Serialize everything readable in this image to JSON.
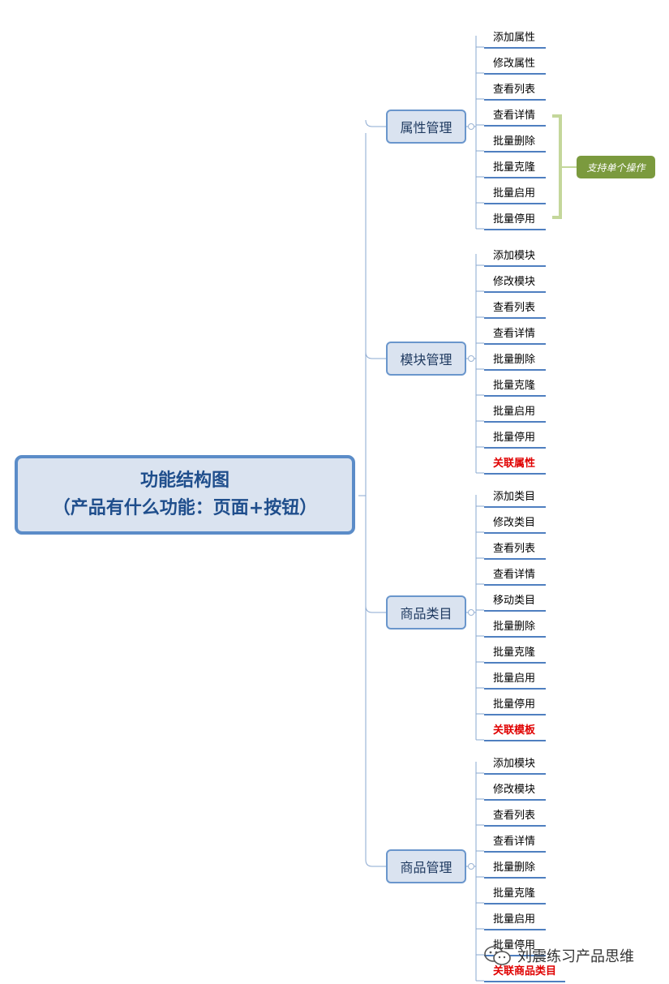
{
  "root": {
    "line1": "功能结构图",
    "line2": "（产品有什么功能：页面+按钮）"
  },
  "branches": [
    {
      "label": "属性管理",
      "leaves": [
        {
          "label": "添加属性"
        },
        {
          "label": "修改属性"
        },
        {
          "label": "查看列表"
        },
        {
          "label": "查看详情"
        },
        {
          "label": "批量删除"
        },
        {
          "label": "批量克隆"
        },
        {
          "label": "批量启用"
        },
        {
          "label": "批量停用"
        }
      ]
    },
    {
      "label": "模块管理",
      "leaves": [
        {
          "label": "添加模块"
        },
        {
          "label": "修改模块"
        },
        {
          "label": "查看列表"
        },
        {
          "label": "查看详情"
        },
        {
          "label": "批量删除"
        },
        {
          "label": "批量克隆"
        },
        {
          "label": "批量启用"
        },
        {
          "label": "批量停用"
        },
        {
          "label": "关联属性",
          "highlight": true
        }
      ]
    },
    {
      "label": "商品类目",
      "leaves": [
        {
          "label": "添加类目"
        },
        {
          "label": "修改类目"
        },
        {
          "label": "查看列表"
        },
        {
          "label": "查看详情"
        },
        {
          "label": "移动类目"
        },
        {
          "label": "批量删除"
        },
        {
          "label": "批量克隆"
        },
        {
          "label": "批量启用"
        },
        {
          "label": "批量停用"
        },
        {
          "label": "关联模板",
          "highlight": true
        }
      ]
    },
    {
      "label": "商品管理",
      "leaves": [
        {
          "label": "添加模块"
        },
        {
          "label": "修改模块"
        },
        {
          "label": "查看列表"
        },
        {
          "label": "查看详情"
        },
        {
          "label": "批量删除"
        },
        {
          "label": "批量克隆"
        },
        {
          "label": "批量启用"
        },
        {
          "label": "批量停用"
        },
        {
          "label": "关联商品类目",
          "highlight": true
        }
      ]
    }
  ],
  "note": {
    "label": "支持单个操作"
  },
  "watermark": {
    "text": "刘震练习产品思维",
    "icon": "wechat-icon"
  },
  "colors": {
    "line": "#5b8cc8",
    "branch_fill": "#dae3f0",
    "note_fill": "#7b9a3e",
    "bracket": "#c4d79b",
    "highlight": "#e00000"
  }
}
